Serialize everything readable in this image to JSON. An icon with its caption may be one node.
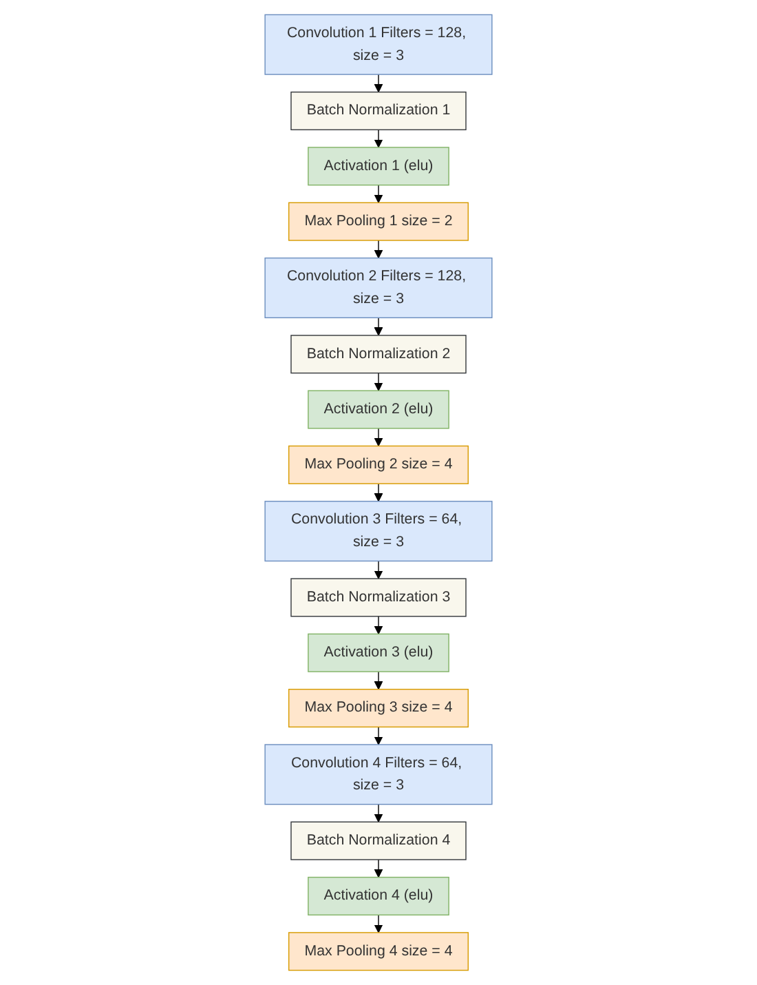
{
  "diagram": {
    "nodes": [
      {
        "text": [
          "Convolution 1 Filters = 128, size = 3"
        ]
      },
      {
        "text": [
          "Batch Normalization 1"
        ]
      },
      {
        "text": [
          "Activation 1 (elu)"
        ]
      },
      {
        "text": [
          "Max Pooling 1 size = 2"
        ]
      },
      {
        "text": [
          "Convolution 2 Filters = 128, size = 3"
        ]
      },
      {
        "text": [
          "Batch Normalization 2"
        ]
      },
      {
        "text": [
          "Activation 2 (elu)"
        ]
      },
      {
        "text": [
          "Max Pooling 2 size = 4"
        ]
      },
      {
        "text": [
          "Convolution 3 Filters = 64, size = 3"
        ]
      },
      {
        "text": [
          "Batch Normalization 3"
        ]
      },
      {
        "text": [
          "Activation 3 (elu)"
        ]
      },
      {
        "text": [
          "Max Pooling 3 size = 4"
        ]
      },
      {
        "text": [
          "Convolution 4 Filters = 64, size = 3"
        ]
      },
      {
        "text": [
          "Batch Normalization 4"
        ]
      },
      {
        "text": [
          "Activation 4 (elu)"
        ]
      },
      {
        "text": [
          "Max Pooling 4 size = 4"
        ]
      }
    ],
    "edges": [
      {
        "from": 0,
        "to": 1,
        "arrow": "to"
      },
      {
        "from": 1,
        "to": 2,
        "arrow": "to"
      },
      {
        "from": 2,
        "to": 3,
        "arrow": "to"
      },
      {
        "from": 3,
        "to": 4,
        "arrow": "to"
      },
      {
        "from": 4,
        "to": 5,
        "arrow": "to"
      },
      {
        "from": 5,
        "to": 6,
        "arrow": "to"
      },
      {
        "from": 6,
        "to": 7,
        "arrow": "to"
      },
      {
        "from": 7,
        "to": 8,
        "arrow": "to"
      },
      {
        "from": 8,
        "to": 9,
        "arrow": "to"
      },
      {
        "from": 9,
        "to": 10,
        "arrow": "to"
      },
      {
        "from": 10,
        "to": 11,
        "arrow": "to"
      },
      {
        "from": 11,
        "to": 12,
        "arrow": "to"
      },
      {
        "from": 12,
        "to": 13,
        "arrow": "to"
      },
      {
        "from": 13,
        "to": 14,
        "arrow": "to"
      },
      {
        "from": 14,
        "to": 15,
        "arrow": "to"
      }
    ]
  }
}
